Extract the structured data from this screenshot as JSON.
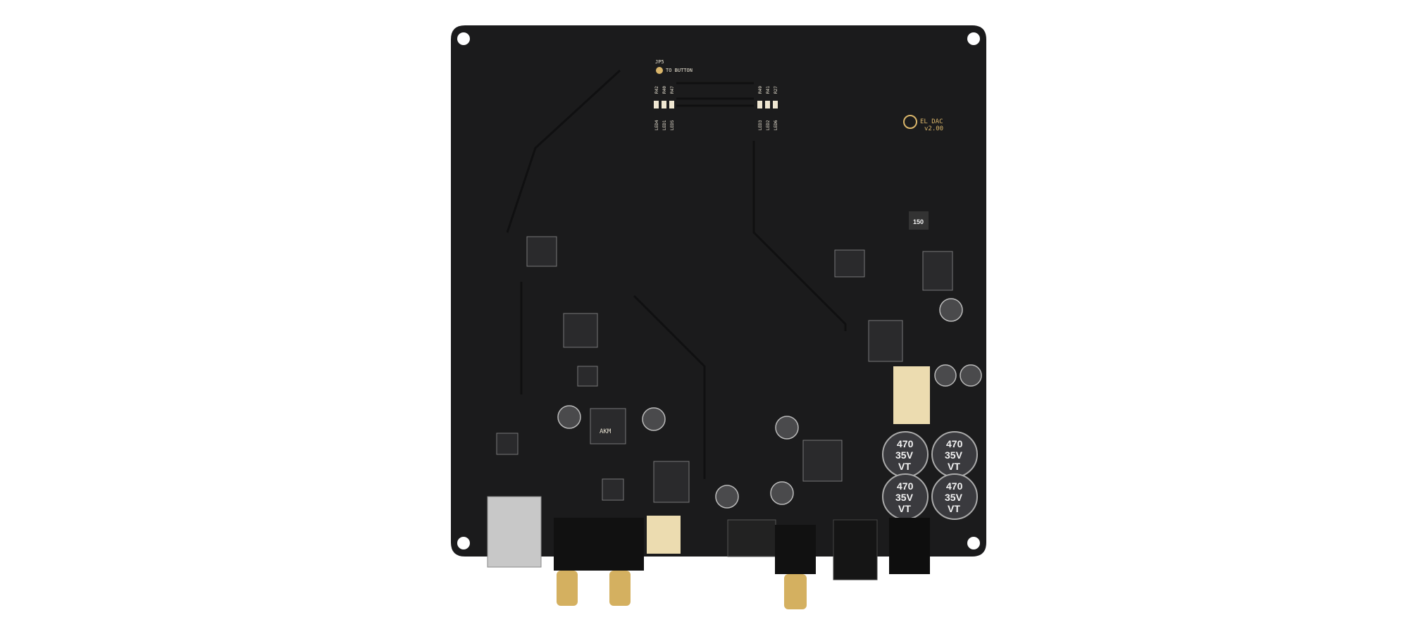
{
  "board": {
    "logo_text": "EL DAC",
    "version": "v2.00",
    "jumper_label": "JP5",
    "jumper_note": "TO BUTTON",
    "leds_left": [
      "LED4",
      "LED1",
      "LED5"
    ],
    "leds_right": [
      "LED3",
      "LED2",
      "LED6"
    ],
    "resistors_left": [
      "R42",
      "R40",
      "R47"
    ],
    "resistors_right": [
      "R49",
      "R41",
      "R27"
    ],
    "chip_brand": "AKM",
    "big_cap_marking": [
      "470",
      "35V",
      "VT"
    ],
    "inductor_marking": "150"
  },
  "colors": {
    "background": "#ffffff",
    "pcb": "#1b1b1c",
    "silkscreen": "#e8e2d2",
    "gold": "#d9b56a"
  }
}
